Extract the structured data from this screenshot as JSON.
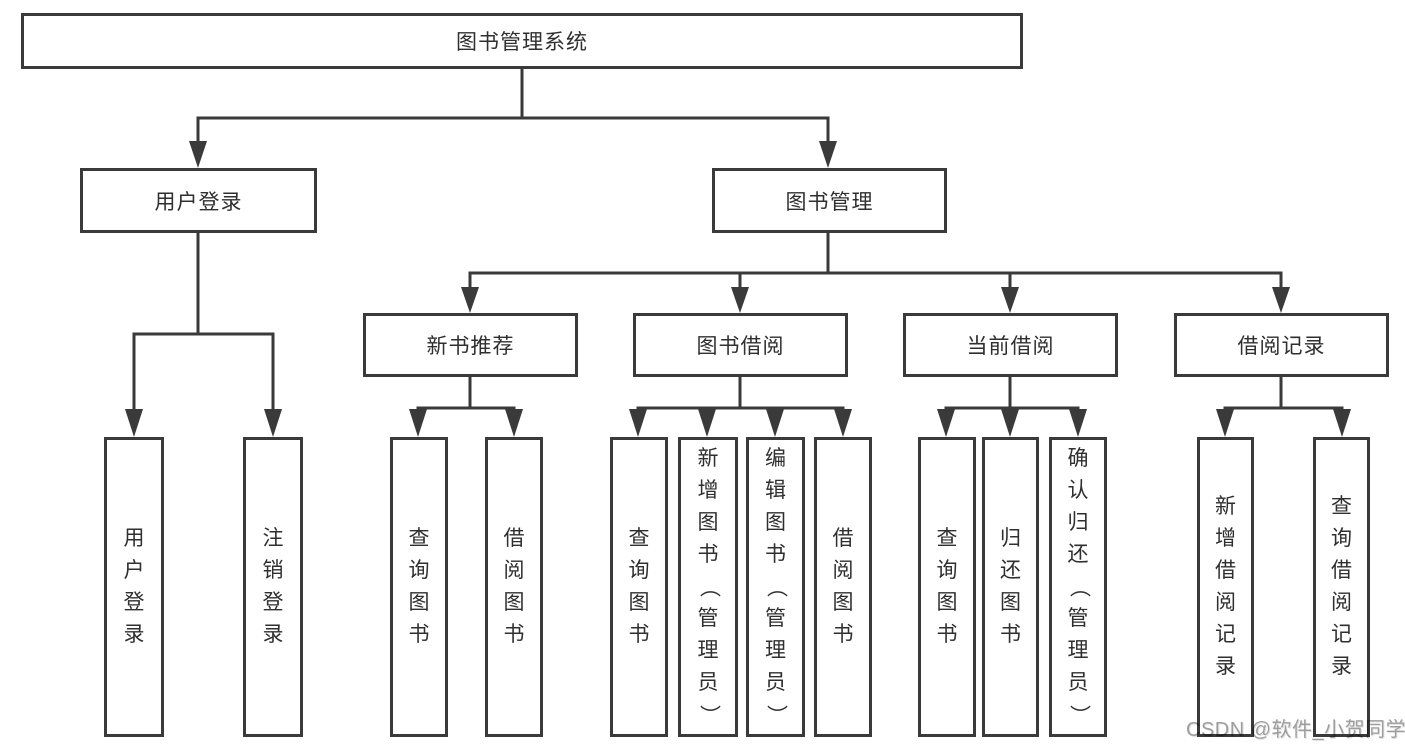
{
  "diagram_title": "图书管理系统",
  "nodes": {
    "root": "图书管理系统",
    "user_login": "用户登录",
    "book_mgmt": "图书管理",
    "l3": [
      "新书推荐",
      "图书借阅",
      "当前借阅",
      "借阅记录"
    ],
    "g1": [
      "用户登录",
      "注销登录"
    ],
    "g2": [
      "查询图书",
      "借阅图书"
    ],
    "g3": [
      "查询图书",
      "新增图书（管理员）",
      "编辑图书（管理员）",
      "借阅图书"
    ],
    "g4": [
      "查询图书",
      "归还图书",
      "确认归还（管理员）"
    ],
    "g5": [
      "新增借阅记录",
      "查询借阅记录"
    ]
  },
  "structure": [
    {
      "parent": "图书管理系统",
      "children": [
        "用户登录",
        "图书管理"
      ]
    },
    {
      "parent": "用户登录",
      "children": [
        "用户登录",
        "注销登录"
      ]
    },
    {
      "parent": "图书管理",
      "children": [
        "新书推荐",
        "图书借阅",
        "当前借阅",
        "借阅记录"
      ]
    },
    {
      "parent": "新书推荐",
      "children": [
        "查询图书",
        "借阅图书"
      ]
    },
    {
      "parent": "图书借阅",
      "children": [
        "查询图书",
        "新增图书（管理员）",
        "编辑图书（管理员）",
        "借阅图书"
      ]
    },
    {
      "parent": "当前借阅",
      "children": [
        "查询图书",
        "归还图书",
        "确认归还（管理员）"
      ]
    },
    {
      "parent": "借阅记录",
      "children": [
        "新增借阅记录",
        "查询借阅记录"
      ]
    }
  ],
  "watermark": "CSDN @软件_小贺同学",
  "colors": {
    "line": "#3a3a3a",
    "box_border": "#3a3a3a",
    "text": "#2f2f2f",
    "watermark": "#9e9e9e",
    "background": "#ffffff"
  }
}
